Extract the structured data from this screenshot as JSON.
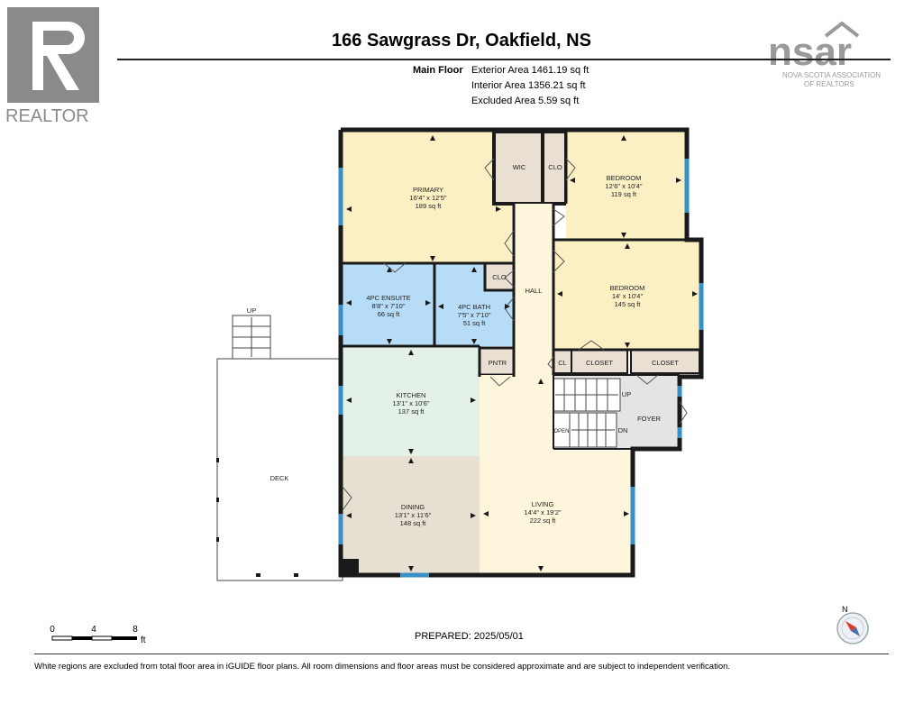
{
  "header": {
    "title": "166 Sawgrass Dr, Oakfield, NS",
    "realtor_logo_text": "REALTOR",
    "nsar_logo_text": "nsar",
    "nsar_tagline_1": "NOVA SCOTIA ASSOCIATION",
    "nsar_tagline_2": "OF REALTORS"
  },
  "floor": {
    "name": "Main Floor",
    "exterior_area": "Exterior Area 1461.19 sq ft",
    "interior_area": "Interior Area 1356.21 sq ft",
    "excluded_area": "Excluded Area 5.59 sq ft"
  },
  "rooms": {
    "primary": {
      "name": "PRIMARY",
      "dims": "16'4\" x 12'5\"",
      "area": "189 sq ft"
    },
    "wic": {
      "name": "WIC"
    },
    "clo_top": {
      "name": "CLO"
    },
    "bedroom1": {
      "name": "BEDROOM",
      "dims": "12'6\" x 10'4\"",
      "area": "119 sq ft"
    },
    "ensuite": {
      "name": "4PC ENSUITE",
      "dims": "8'8\" x 7'10\"",
      "area": "66 sq ft"
    },
    "clo_mid": {
      "name": "CLO"
    },
    "bath": {
      "name": "4PC BATH",
      "dims": "7'5\" x 7'10\"",
      "area": "51 sq ft"
    },
    "hall": {
      "name": "HALL"
    },
    "bedroom2": {
      "name": "BEDROOM",
      "dims": "14' x 10'4\"",
      "area": "145 sq ft"
    },
    "pntr": {
      "name": "PNTR"
    },
    "cl": {
      "name": "CL"
    },
    "closet1": {
      "name": "CLOSET"
    },
    "closet2": {
      "name": "CLOSET"
    },
    "kitchen": {
      "name": "KITCHEN",
      "dims": "13'1\" x 10'6\"",
      "area": "137 sq ft"
    },
    "foyer": {
      "name": "FOYER"
    },
    "stairs_up": {
      "name": "UP"
    },
    "stairs_dn": {
      "name": "DN"
    },
    "open": {
      "name": "OPEN"
    },
    "deck": {
      "name": "DECK"
    },
    "deck_up": {
      "name": "UP"
    },
    "dining": {
      "name": "DINING",
      "dims": "13'1\" x 11'6\"",
      "area": "148 sq ft"
    },
    "living": {
      "name": "LIVING",
      "dims": "14'4\" x 19'2\"",
      "area": "222 sq ft"
    }
  },
  "scale": {
    "t0": "0",
    "t4": "4",
    "t8": "8",
    "unit": "ft"
  },
  "compass": {
    "label": "N"
  },
  "prepared": "PREPARED: 2025/05/01",
  "disclaimer": "White regions are excluded from total floor area in iGUIDE floor plans. All room dimensions and floor areas must be considered approximate and are subject to independent verification.",
  "colors": {
    "bedroom": "#fbf0c4",
    "bath": "#b7dcf7",
    "kitchen": "#e3f1e6",
    "dining": "#e7dfd1",
    "closet": "#e9dfd2",
    "foyer": "#e4e4e4",
    "wall": "#1a1a1a",
    "window": "#3a8fc6"
  }
}
